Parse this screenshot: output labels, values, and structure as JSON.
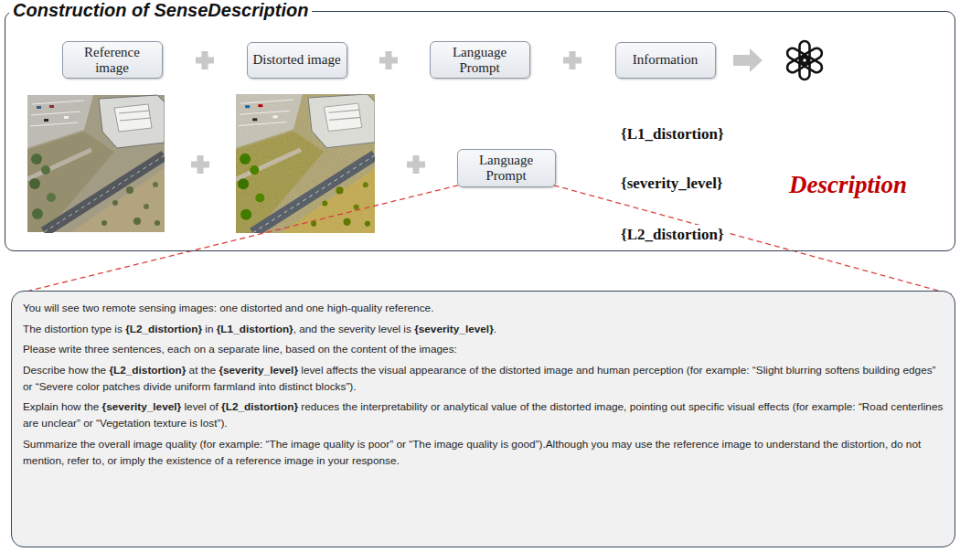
{
  "diagram": {
    "nodes": [
      {
        "text": [
          "Construction of SenseDescription"
        ]
      },
      {
        "text": [
          "Reference image"
        ],
        "in": 0
      },
      {
        "text": [
          "Distorted image"
        ],
        "in": 0
      },
      {
        "text": [
          "Language Prompt"
        ],
        "in": 0
      },
      {
        "text": [
          "Information"
        ],
        "in": 0
      },
      {
        "text": [
          "Language Prompt"
        ],
        "in": 0
      },
      {
        "text": [
          "You will see two remote sensing images: one distorted and one high-quality reference.",
          "The distortion type is {L2_distortion} in {L1_distortion}, and the severity level is {severity_level}.",
          "Please write three sentences, each on a separate line, based on the content of the images:",
          "Describe how the {L2_distortion} at the {severity_level} level affects the visual appearance of the distorted image and human perception (for example: “Slight blurring softens building edges” or “Severe color patches divide uniform farmland into distinct blocks”).",
          "Explain how the {severity_level} level of {L2_distortion} reduces the interpretability or analytical value of the distorted image, pointing out specific visual effects (for example: “Road centerlines are unclear” or “Vegetation texture is lost”).",
          "Summarize the overall image quality (for example: “The image quality is poor” or “The image quality is good”).Although you may use the reference image to understand the distortion, do not mention, refer to, or imply the existence of a reference image in your response."
        ]
      }
    ],
    "edges": [
      {
        "from": 5,
        "to": 6,
        "arrow": "none"
      },
      {
        "from": 5,
        "to": 6,
        "arrow": "none"
      }
    ],
    "labels": [
      "{L1_distortion}",
      "{severity_level}",
      "{L2_distortion}",
      "Description"
    ]
  }
}
